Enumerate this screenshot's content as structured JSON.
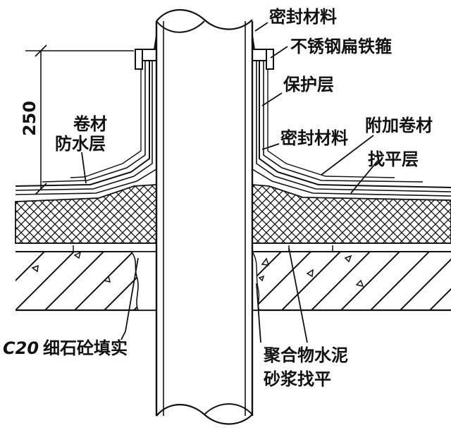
{
  "diagram": {
    "colors": {
      "ink": "#111111",
      "paper": "#ffffff"
    },
    "dimension": {
      "value": "250"
    },
    "labels": {
      "sealant_top": "密封材料",
      "steel_hoop": "不锈钢扁铁箍",
      "protective_layer": "保护层",
      "membrane_line1": "卷材",
      "membrane_line2": "防水层",
      "additional_membrane": "附加卷材",
      "sealant_bottom": "密封材料",
      "leveling_layer": "找平层",
      "c20_prefix": "C20",
      "c20_rest": "细石砼填实",
      "polymer_line1": "聚合物水泥",
      "polymer_line2": "砂浆找平"
    }
  }
}
